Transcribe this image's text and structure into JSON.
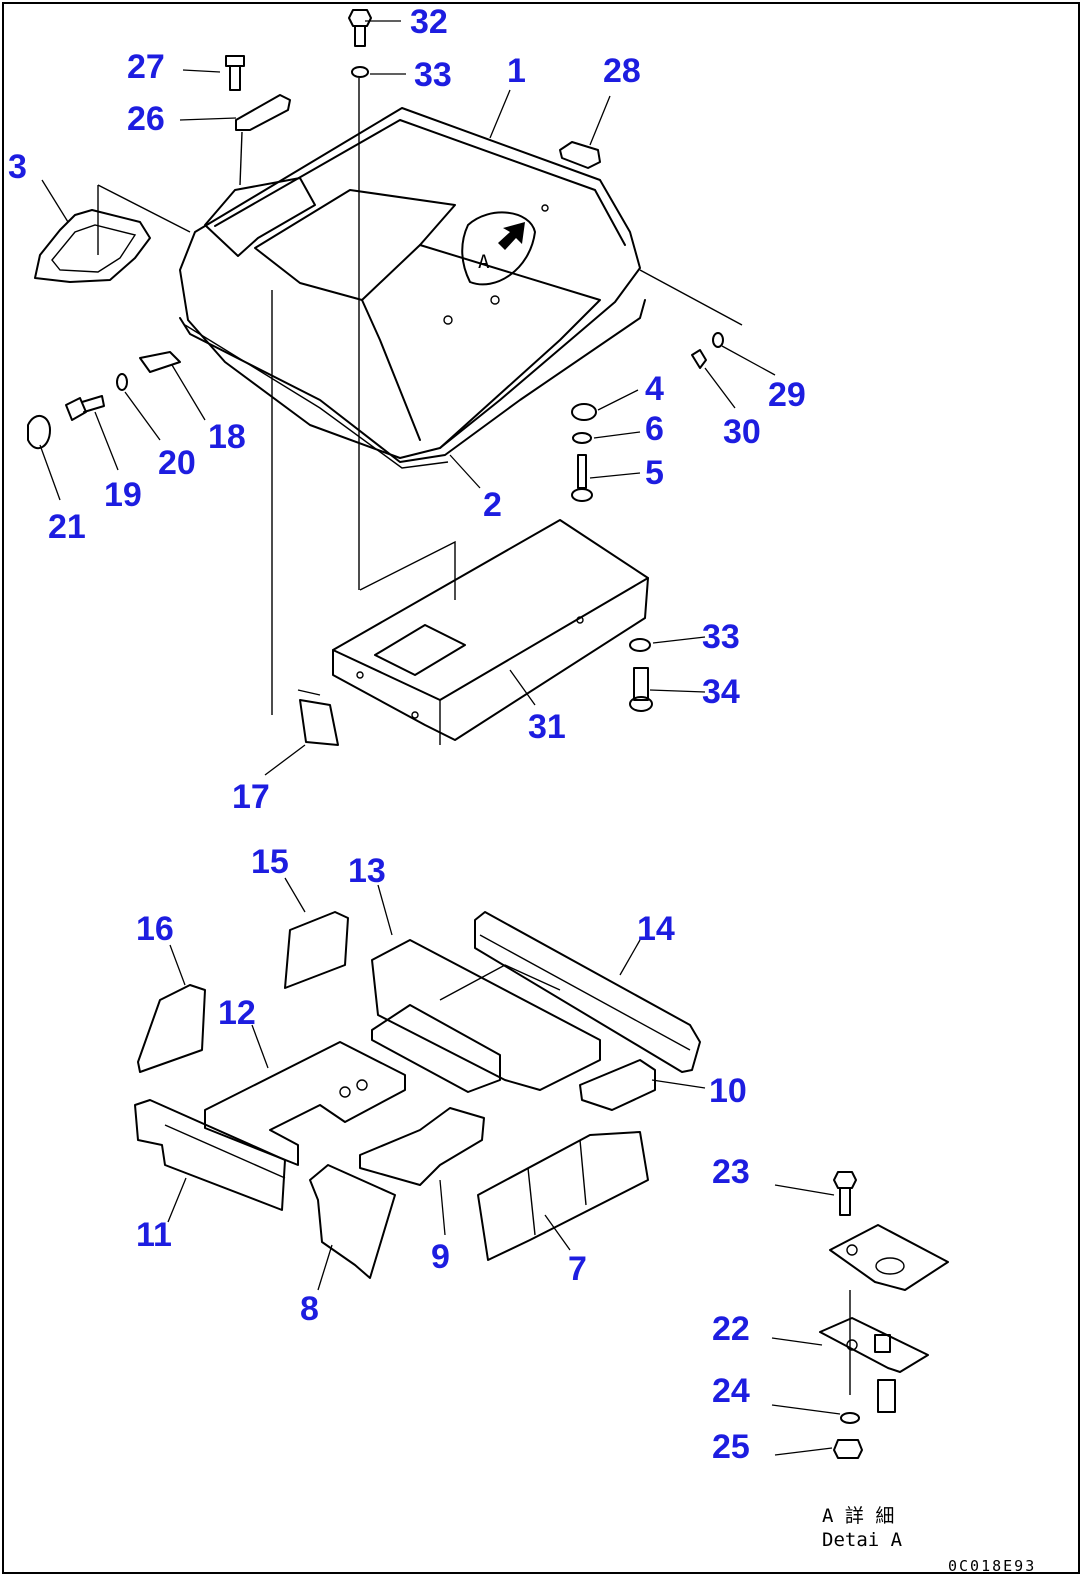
{
  "callouts": [
    {
      "id": "1",
      "label": "1"
    },
    {
      "id": "2",
      "label": "2"
    },
    {
      "id": "3",
      "label": "3"
    },
    {
      "id": "4",
      "label": "4"
    },
    {
      "id": "5",
      "label": "5"
    },
    {
      "id": "6",
      "label": "6"
    },
    {
      "id": "7",
      "label": "7"
    },
    {
      "id": "8",
      "label": "8"
    },
    {
      "id": "9",
      "label": "9"
    },
    {
      "id": "10",
      "label": "10"
    },
    {
      "id": "11",
      "label": "11"
    },
    {
      "id": "12",
      "label": "12"
    },
    {
      "id": "13",
      "label": "13"
    },
    {
      "id": "14",
      "label": "14"
    },
    {
      "id": "15",
      "label": "15"
    },
    {
      "id": "16",
      "label": "16"
    },
    {
      "id": "17",
      "label": "17"
    },
    {
      "id": "18",
      "label": "18"
    },
    {
      "id": "19",
      "label": "19"
    },
    {
      "id": "20",
      "label": "20"
    },
    {
      "id": "21",
      "label": "21"
    },
    {
      "id": "22",
      "label": "22"
    },
    {
      "id": "23",
      "label": "23"
    },
    {
      "id": "24",
      "label": "24"
    },
    {
      "id": "25",
      "label": "25"
    },
    {
      "id": "26",
      "label": "26"
    },
    {
      "id": "27",
      "label": "27"
    },
    {
      "id": "28",
      "label": "28"
    },
    {
      "id": "29",
      "label": "29"
    },
    {
      "id": "30",
      "label": "30"
    },
    {
      "id": "31",
      "label": "31"
    },
    {
      "id": "32",
      "label": "32"
    },
    {
      "id": "33a",
      "label": "33"
    },
    {
      "id": "33b",
      "label": "33"
    },
    {
      "id": "34",
      "label": "34"
    }
  ],
  "detail_marker": "A",
  "detail_caption": {
    "line1": "A 詳 細",
    "line2": "Detai A"
  },
  "drawing_code": "0C018E93",
  "colors": {
    "callout": "#1d1de0",
    "line": "#000000",
    "background": "#ffffff"
  }
}
